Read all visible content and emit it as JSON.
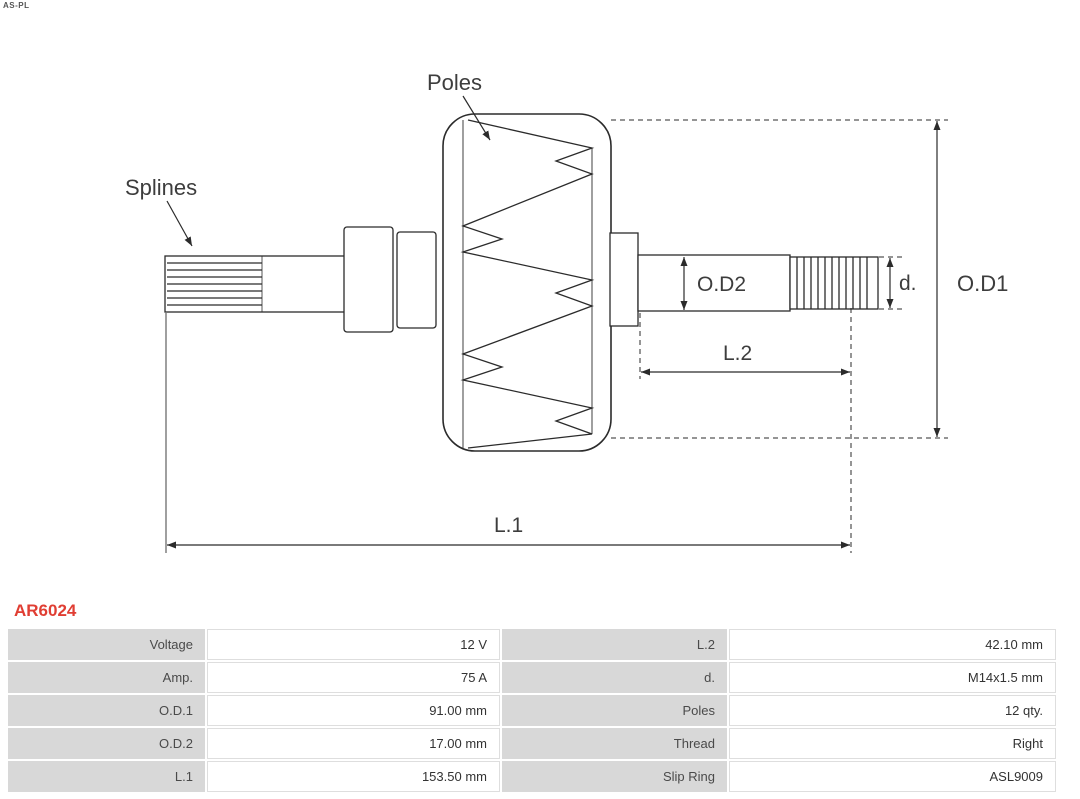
{
  "logo": {
    "text": "AS-PL"
  },
  "diagram": {
    "labels": {
      "poles": "Poles",
      "splines": "Splines",
      "od1": "O.D1",
      "od2": "O.D2",
      "d": "d.",
      "l1": "L.1",
      "l2": "L.2"
    },
    "watermark": "AS-PL",
    "stroke_color": "#2b2b2b"
  },
  "part_number": "AR6024",
  "part_number_color": "#e03e33",
  "table": {
    "rows": [
      {
        "label_left": "Voltage",
        "value_left": "12 V",
        "label_right": "L.2",
        "value_right": "42.10 mm"
      },
      {
        "label_left": "Amp.",
        "value_left": "75 A",
        "label_right": "d.",
        "value_right": "M14x1.5 mm"
      },
      {
        "label_left": "O.D.1",
        "value_left": "91.00 mm",
        "label_right": "Poles",
        "value_right": "12 qty."
      },
      {
        "label_left": "O.D.2",
        "value_left": "17.00 mm",
        "label_right": "Thread",
        "value_right": "Right"
      },
      {
        "label_left": "L.1",
        "value_left": "153.50 mm",
        "label_right": "Slip Ring",
        "value_right": "ASL9009"
      }
    ]
  }
}
